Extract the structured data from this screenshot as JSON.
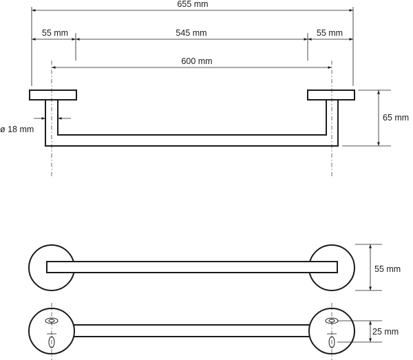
{
  "dimensions": {
    "overall_width": "655 mm",
    "left_base_width": "55 mm",
    "bar_span": "545 mm",
    "right_base_width": "55 mm",
    "center_distance": "600 mm",
    "tube_diameter": "ø 18 mm",
    "depth": "65 mm",
    "base_diameter": "55 mm",
    "mount_hole_spacing": "25 mm"
  }
}
